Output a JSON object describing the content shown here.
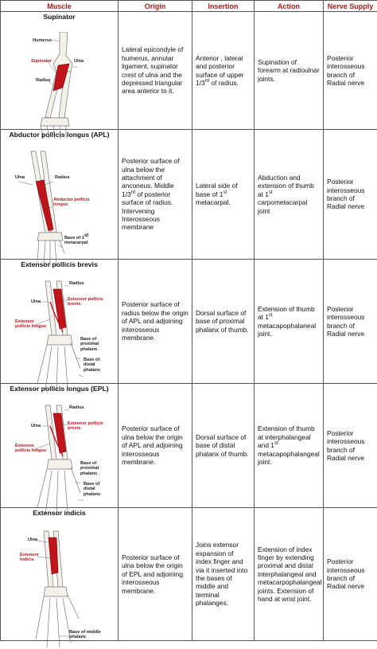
{
  "headers": {
    "muscle": "Muscle",
    "origin": "Origin",
    "insertion": "Insertion",
    "action": "Action",
    "nerve": "Nerve Supply"
  },
  "rows": [
    {
      "name": "Supinator",
      "labels": [
        "Humerus",
        "Supinator",
        "Ulna",
        "Radius"
      ],
      "origin": "Lateral epicondyle of humerus, annular ligament, supinator crest of ulna and the depressed triangular area  anterior to it.",
      "insertion_pre": "Anterior , lateral and posterior surface of upper 1/3",
      "insertion_sup": "rd",
      "insertion_post": " of radius.",
      "action": "Supination of forearm at radioulnar joints.",
      "nerve": "Posterior interosseous branch of Radial  nerve"
    },
    {
      "name": "Abductor pollicis longus (APL)",
      "labels": [
        "Ulna",
        "Radius",
        "Abductor pollicis longus",
        "Base of 1",
        "st",
        "metacarpal"
      ],
      "origin_pre": "Posterior surface of ulna below the attachment of anconeus. Middle 1/3",
      "origin_sup": "rd",
      "origin_post": " of posterior surface of radius. Intervening Interosseous membrane",
      "insertion_pre": "Lateral side of base of 1",
      "insertion_sup": "st",
      "insertion_post": " metacarpal.",
      "action_pre": "Abduction and extension of thumb at 1",
      "action_sup": "st",
      "action_post": " carpometacarpal joint",
      "nerve": "Posterior interosseous branch of Radial nerve"
    },
    {
      "name": "Extensor pollicis brevis",
      "labels": [
        "Radius",
        "Ulna",
        "Extensor pollicis brevis",
        "Extensor pollicis longus",
        "Base of proximal phalanx",
        "Base of distal phalanx"
      ],
      "origin": "Posterior surface of radius below the origin of APL and adjoining interosseous membrane.",
      "insertion": "Dorsal surface of base of proximal phalanx of thumb.",
      "action_pre": "Extension of thumb at 1",
      "action_sup": "st",
      "action_post": " metacapophalaneal joint.",
      "nerve": "Posterior interosseous branch of Radial  nerve"
    },
    {
      "name": "Extensor pollicis longus (EPL)",
      "labels": [
        "Radius",
        "Ulna",
        "Extensor pollicis brevis",
        "Extensor pollicis longus",
        "Base of proximal phalanx",
        "Base of distal phalanx"
      ],
      "origin": "Posterior surface of ulna below the origin of APL and adjoining interosseous membrane.",
      "insertion": "Dorsal surface of base of distal phalanx of thumb.",
      "action_pre": "Extension of thumb at  interphalangeal and 1",
      "action_sup": "st",
      "action_post": " metacapophalangeal joint.",
      "nerve": "Posterior interosseous branch of Radial  nerve"
    },
    {
      "name": "Extensor indicis",
      "labels": [
        "Ulna",
        "Extensor indicis",
        "Base of middle phalanx"
      ],
      "origin": "Posterior surface of ulna below the origin of EPL and adjoining interosseous membrane.",
      "insertion": " Joins extensor expansion of index finger and via it inserted into the bases of middle and terminal phalanges.",
      "action": "Extension  of index finger by extending proximal and distal interphalangeal and metacarpophalangeal joints. Extension of hand at wrist joint.",
      "nerve": "Posterior interosseous branch of Radial  nerve"
    }
  ]
}
